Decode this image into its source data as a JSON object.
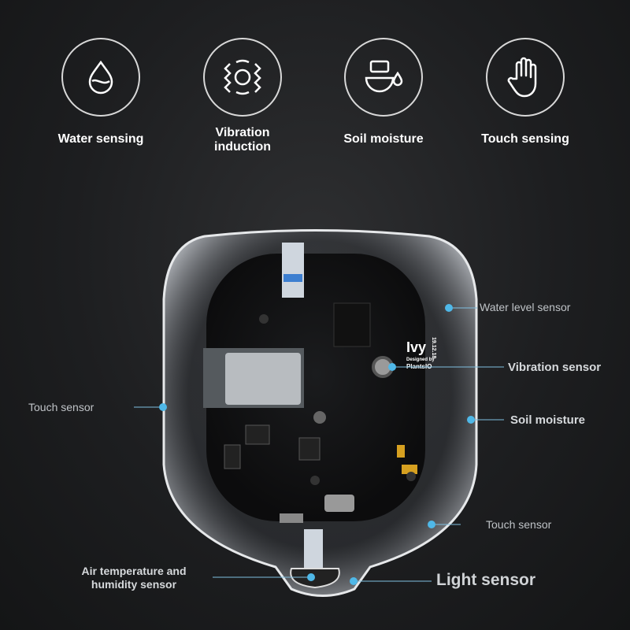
{
  "features": [
    {
      "icon": "water-drop-icon",
      "label": "Water sensing"
    },
    {
      "icon": "vibration-icon",
      "label": "Vibration induction"
    },
    {
      "icon": "soil-moisture-icon",
      "label": "Soil moisture"
    },
    {
      "icon": "hand-icon",
      "label": "Touch sensing"
    }
  ],
  "callouts": {
    "water_level": "Water level sensor",
    "vibration": "Vibration sensor",
    "soil": "Soil moisture",
    "touch_right": "Touch sensor",
    "touch_left": "Touch sensor",
    "air": "Air temperature and humidity sensor",
    "light": "Light sensor"
  },
  "board": {
    "name": "Ivy",
    "designed_by": "Designed by",
    "brand": "PlantsIO",
    "date": "19.12.18"
  },
  "accent": "#4fb8e8"
}
